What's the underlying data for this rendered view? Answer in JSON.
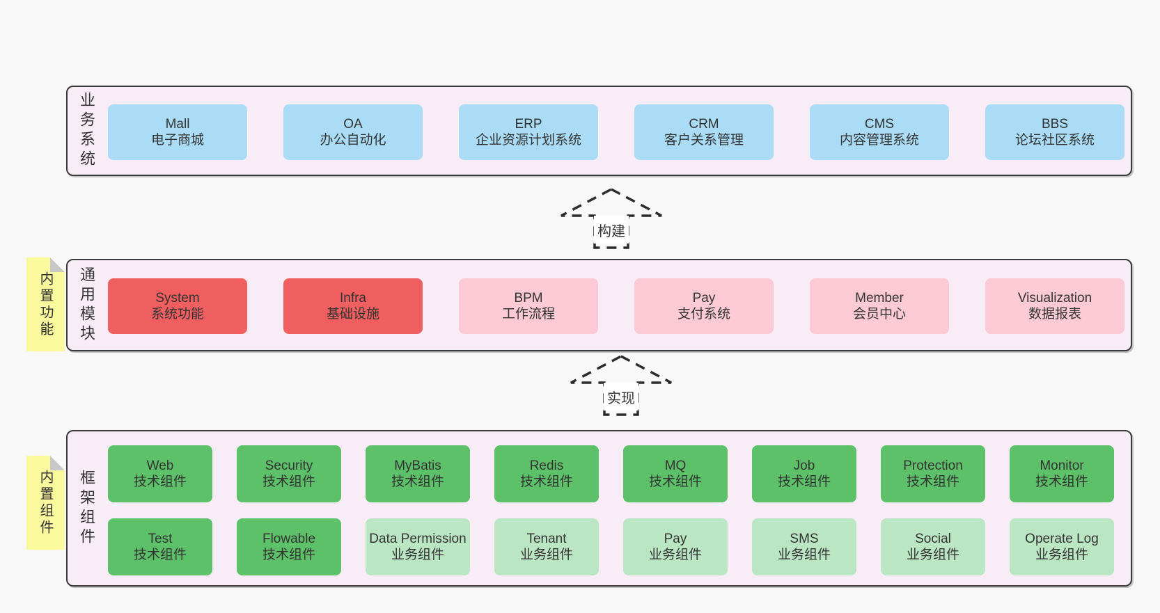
{
  "colors": {
    "page_bg": "#f8f8f8",
    "layer_bg": "#f8edf6",
    "layer_border": "#3a3a3a",
    "blue_box": "#aadcf5",
    "red_box": "#ef5f5f",
    "pink_box": "#fbcad5",
    "green_box": "#5cc168",
    "light_green_box": "#bbe6c3",
    "sticky_note": "#fbf99e",
    "sticky_fold": "#c8c8c8",
    "arrow_stroke": "#2b2b2b",
    "text": "#333333"
  },
  "layers": [
    {
      "title": "业务系统",
      "boxes": [
        {
          "en": "Mall",
          "zh": "电子商城",
          "type": "blue"
        },
        {
          "en": "OA",
          "zh": "办公自动化",
          "type": "blue"
        },
        {
          "en": "ERP",
          "zh": "企业资源计划系统",
          "type": "blue"
        },
        {
          "en": "CRM",
          "zh": "客户关系管理",
          "type": "blue"
        },
        {
          "en": "CMS",
          "zh": "内容管理系统",
          "type": "blue"
        },
        {
          "en": "BBS",
          "zh": "论坛社区系统",
          "type": "blue"
        }
      ]
    },
    {
      "title": "通用模块",
      "note": "内置功能",
      "boxes": [
        {
          "en": "System",
          "zh": "系统功能",
          "type": "red"
        },
        {
          "en": "Infra",
          "zh": "基础设施",
          "type": "red"
        },
        {
          "en": "BPM",
          "zh": "工作流程",
          "type": "pink"
        },
        {
          "en": "Pay",
          "zh": "支付系统",
          "type": "pink"
        },
        {
          "en": "Member",
          "zh": "会员中心",
          "type": "pink"
        },
        {
          "en": "Visualization",
          "zh": "数据报表",
          "type": "pink"
        }
      ]
    },
    {
      "title": "框架组件",
      "note": "内置组件",
      "rows": [
        [
          {
            "en": "Web",
            "zh": "技术组件",
            "type": "green"
          },
          {
            "en": "Security",
            "zh": "技术组件",
            "type": "green"
          },
          {
            "en": "MyBatis",
            "zh": "技术组件",
            "type": "green"
          },
          {
            "en": "Redis",
            "zh": "技术组件",
            "type": "green"
          },
          {
            "en": "MQ",
            "zh": "技术组件",
            "type": "green"
          },
          {
            "en": "Job",
            "zh": "技术组件",
            "type": "green"
          },
          {
            "en": "Protection",
            "zh": "技术组件",
            "type": "green"
          },
          {
            "en": "Monitor",
            "zh": "技术组件",
            "type": "green"
          }
        ],
        [
          {
            "en": "Test",
            "zh": "技术组件",
            "type": "green"
          },
          {
            "en": "Flowable",
            "zh": "技术组件",
            "type": "green"
          },
          {
            "en": "Data Permission",
            "zh": "业务组件",
            "type": "lightgreen"
          },
          {
            "en": "Tenant",
            "zh": "业务组件",
            "type": "lightgreen"
          },
          {
            "en": "Pay",
            "zh": "业务组件",
            "type": "lightgreen"
          },
          {
            "en": "SMS",
            "zh": "业务组件",
            "type": "lightgreen"
          },
          {
            "en": "Social",
            "zh": "业务组件",
            "type": "lightgreen"
          },
          {
            "en": "Operate Log",
            "zh": "业务组件",
            "type": "lightgreen"
          }
        ]
      ]
    }
  ],
  "arrows": [
    {
      "label": "构建"
    },
    {
      "label": "实现"
    }
  ]
}
